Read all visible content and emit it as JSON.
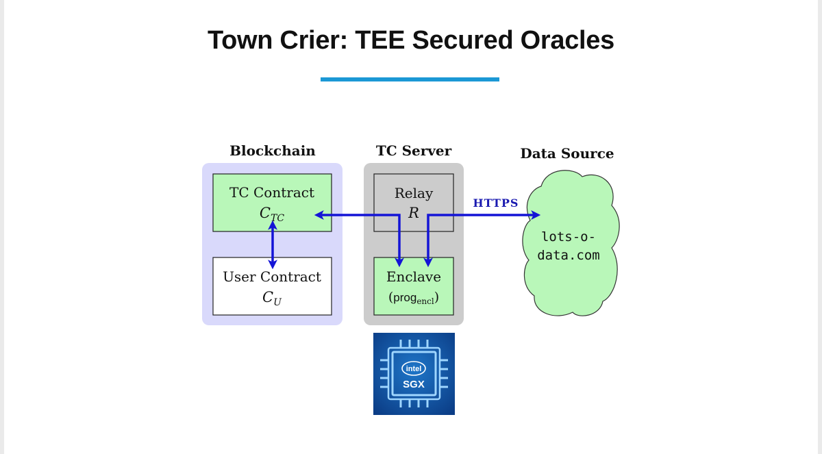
{
  "slide": {
    "title": "Town Crier: TEE Secured Oracles",
    "accent_color": "#1b98d5"
  },
  "diagram": {
    "groups": {
      "blockchain": "Blockchain",
      "server": "TC Server",
      "source": "Data Source"
    },
    "nodes": {
      "tc_contract": {
        "label": "TC Contract",
        "symbol": "C",
        "sub": "TC"
      },
      "user_contract": {
        "label": "User Contract",
        "symbol": "C",
        "sub": "U"
      },
      "relay": {
        "label": "Relay",
        "symbol": "R"
      },
      "enclave": {
        "label": "Enclave",
        "prog": "prog",
        "prog_sub": "encl"
      },
      "data_source": {
        "line1": "lots-o-",
        "line2": "data.com"
      }
    },
    "edge_label": "HTTPS",
    "colors": {
      "blockchain_bg": "#d9d9fb",
      "server_bg": "#cccccc",
      "node_green": "#b9f7b9",
      "cloud_green": "#b9f7b9",
      "arrow": "#1414d6"
    }
  },
  "badge": {
    "brand": "intel",
    "product": "SGX",
    "icon": "cpu-chip-icon"
  }
}
